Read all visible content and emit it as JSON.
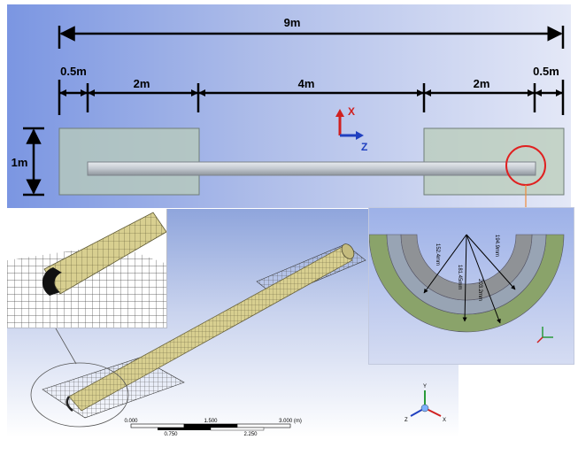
{
  "dimensions": {
    "total_length": "9m",
    "left_margin": "0.5m",
    "left_zone": "2m",
    "middle_span": "4m",
    "right_zone": "2m",
    "right_margin": "0.5m",
    "height": "1m"
  },
  "axes_top": {
    "x_label": "X",
    "z_label": "Z"
  },
  "cross_section": {
    "radii": [
      "152.4mm",
      "181.45mm",
      "203.2mm",
      "194.9mm"
    ]
  },
  "scale_bar": {
    "top_labels": [
      "0.000",
      "1.500",
      "3.000 (m)"
    ],
    "bottom_labels": [
      "0.750",
      "2.250"
    ]
  },
  "triad": {
    "y": "Y",
    "z": "Z",
    "x": "X"
  },
  "colors": {
    "pipe": "#c9cfd6",
    "zone_fill": "#b9ccb8",
    "mesh_pipe": "#d8cf90",
    "highlight_circle": "#e02020",
    "layer_outer": "#8aa36a",
    "layer_mid": "#98a4b4",
    "layer_inner": "#8f9296",
    "axis_x": "#d02020",
    "axis_z": "#2040c0"
  }
}
